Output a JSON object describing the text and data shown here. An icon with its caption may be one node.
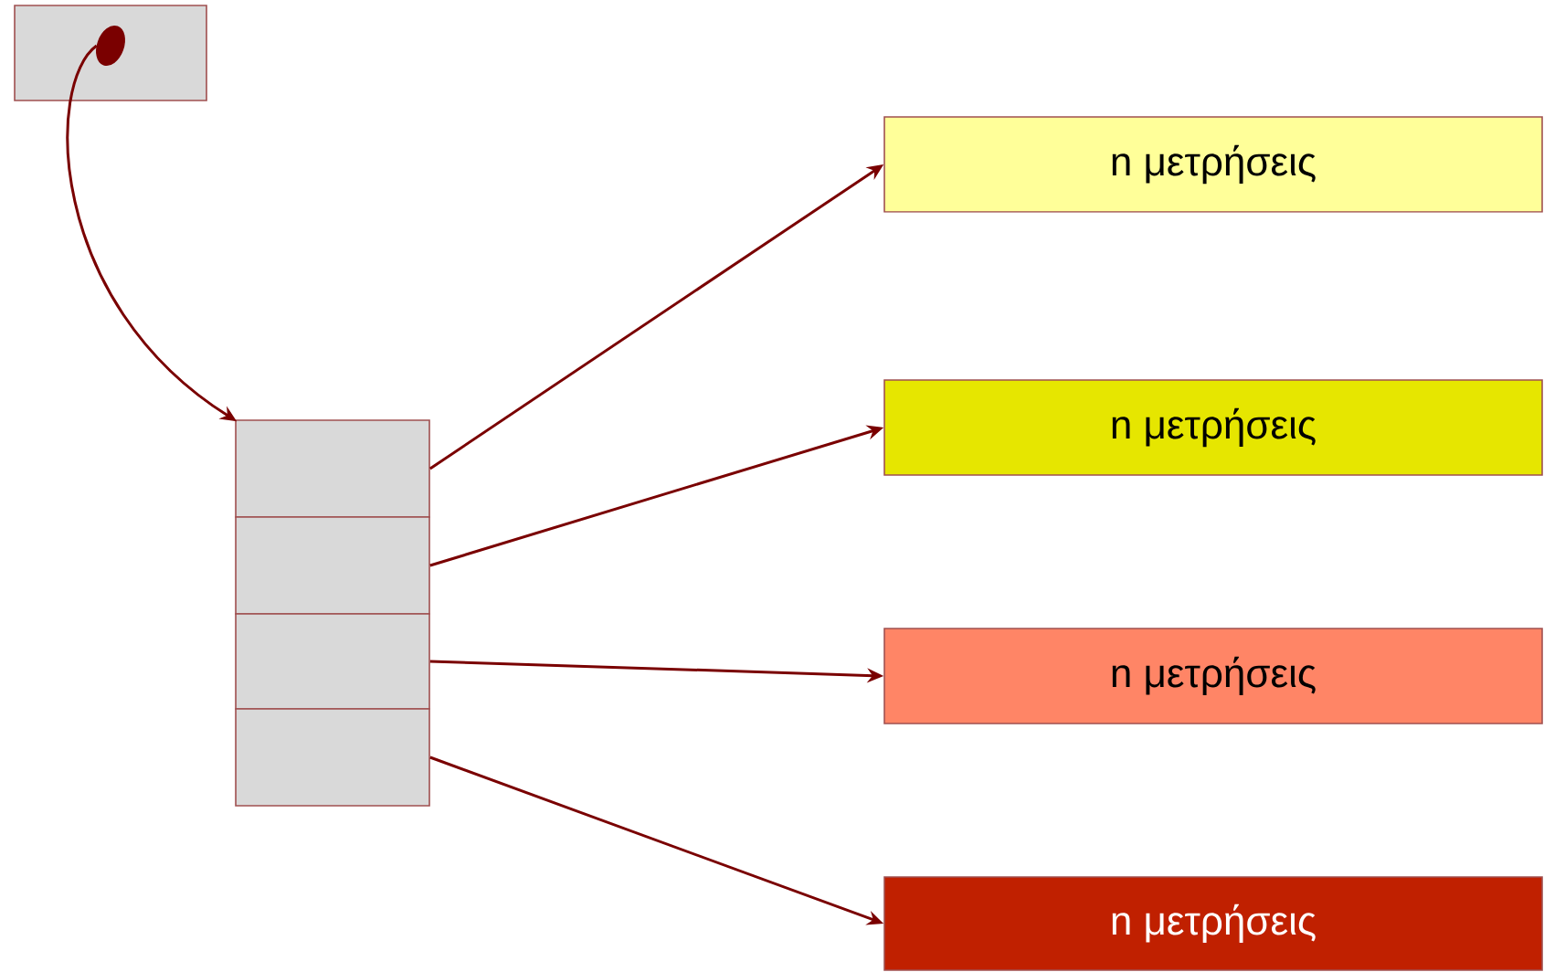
{
  "diagram": {
    "nodes": [
      {
        "text": [],
        "shape": "box"
      },
      {
        "text": [],
        "shape": "circle",
        "in": 0
      },
      {
        "text": [],
        "shape": "box"
      },
      {
        "text": [],
        "shape": "box"
      },
      {
        "text": [],
        "shape": "box"
      },
      {
        "text": [],
        "shape": "box"
      },
      {
        "text": [
          "n μετρήσεις"
        ]
      },
      {
        "text": [
          "n μετρήσεις"
        ]
      },
      {
        "text": [
          "n μετρήσεις"
        ]
      },
      {
        "text": [
          "n μετρήσεις"
        ]
      }
    ],
    "edges": [
      {
        "from": 1,
        "to": 2,
        "arrow": "to"
      },
      {
        "from": 2,
        "to": 6,
        "arrow": "to"
      },
      {
        "from": 3,
        "to": 7,
        "arrow": "to"
      },
      {
        "from": 4,
        "to": 8,
        "arrow": "to"
      },
      {
        "from": 5,
        "to": 9,
        "arrow": "to"
      }
    ]
  }
}
